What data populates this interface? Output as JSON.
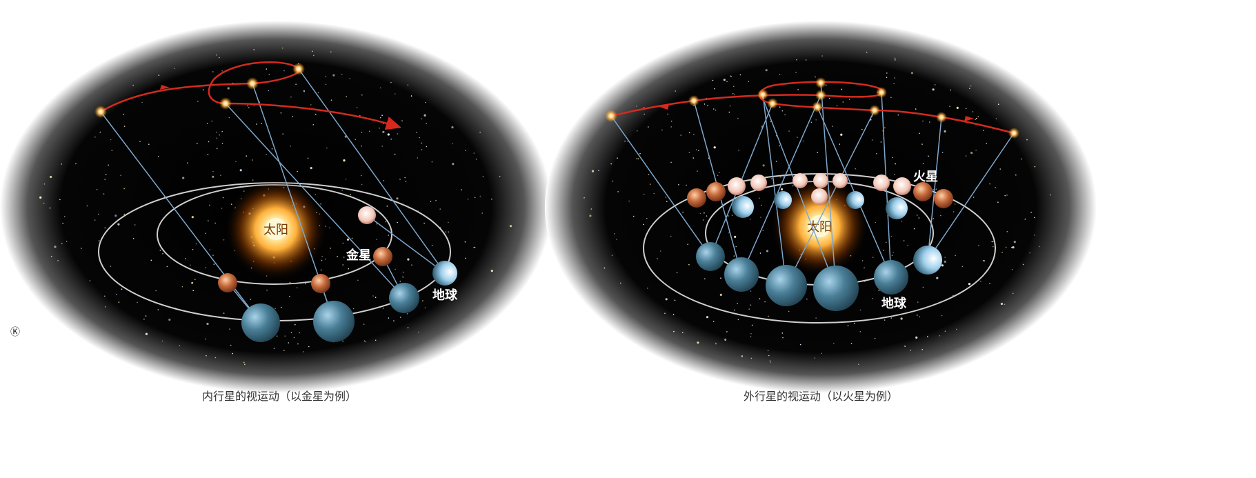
{
  "corner_mark": "Ⓚ",
  "panels": [
    {
      "id": "inner",
      "sun_label": "太阳",
      "planet_label": "金星",
      "earth_label": "地球",
      "caption": "内行星的视运动（以金星为例）"
    },
    {
      "id": "outer",
      "sun_label": "太阳",
      "planet_label": "火星",
      "earth_label": "地球",
      "caption": "外行星的视运动（以火星为例）"
    }
  ],
  "colors": {
    "sky": "#050505",
    "path": "#d42a1e",
    "sight_line": "#7fa8cc",
    "orbit": "#cfcfcf",
    "earth": "#3e6f86",
    "planet": "#c1693c",
    "sun": "#ffd060"
  }
}
